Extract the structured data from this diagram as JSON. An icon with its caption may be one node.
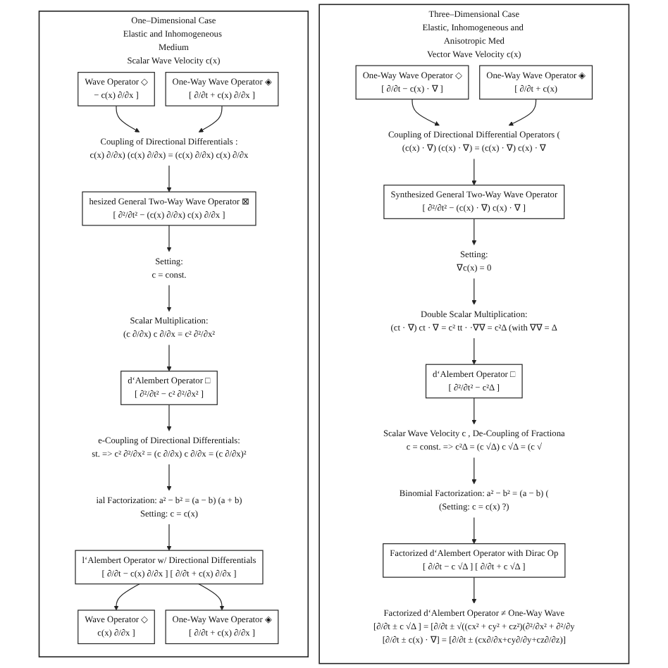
{
  "diagram": {
    "nodes": [
      {
        "text": [
          "One–Dimensional Case",
          "Elastic and Inhomogeneous Medium",
          "Scalar Wave Velocity c(x)"
        ]
      },
      {
        "text": [
          "Wave Operator ◇",
          "− c(x) ∂/∂x ]"
        ],
        "in": 0
      },
      {
        "text": [
          "One-Way Wave Operator ◈",
          "[ ∂/∂t + c(x) ∂/∂x ]"
        ],
        "in": 0
      },
      {
        "text": [
          "Coupling of Directional Differentials :",
          "c(x) ∂/∂x) (c(x) ∂/∂x) = (c(x) ∂/∂x) c(x) ∂/∂x"
        ],
        "in": 0
      },
      {
        "text": [
          "hesized General Two-Way Wave Operator ⊠",
          "[ ∂²/∂t² − (c(x) ∂/∂x) c(x) ∂/∂x ]"
        ],
        "in": 0
      },
      {
        "text": [
          "Setting:",
          "c = const."
        ],
        "in": 0
      },
      {
        "text": [
          "Scalar Multiplication:",
          "(c ∂/∂x) c ∂/∂x = c² ∂²/∂x²"
        ],
        "in": 0
      },
      {
        "text": [
          "d‘Alembert Operator □",
          "[ ∂²/∂t² − c² ∂²/∂x² ]"
        ],
        "in": 0
      },
      {
        "text": [
          "e-Coupling of Directional Differentials:",
          "st. => c² ∂²/∂x² = (c ∂/∂x) c ∂/∂x = (c ∂/∂x)²"
        ],
        "in": 0
      },
      {
        "text": [
          "ial Factorization: a² − b² = (a − b) (a + b)",
          "Setting: c = c(x)"
        ],
        "in": 0
      },
      {
        "text": [
          "l‘Alembert Operator w/ Directional Differentials",
          "[ ∂/∂t − c(x) ∂/∂x ] [ ∂/∂t + c(x) ∂/∂x ]"
        ],
        "in": 0
      },
      {
        "text": [
          "Wave Operator ◇",
          "c(x) ∂/∂x ]"
        ],
        "in": 0
      },
      {
        "text": [
          "One-Way Wave Operator ◈",
          "[ ∂/∂t + c(x) ∂/∂x ]"
        ],
        "in": 0
      },
      {
        "text": [
          "Three–Dimensional Case",
          "Elastic, Inhomogeneous and Anisotropic Med",
          "Vector Wave Velocity c(x)"
        ]
      },
      {
        "text": [
          "One-Way Wave Operator ◇",
          "[ ∂/∂t − c(x) · ∇ ]"
        ],
        "in": 13
      },
      {
        "text": [
          "One-Way Wave Operator ◈",
          "[ ∂/∂t + c(x)"
        ],
        "in": 13
      },
      {
        "text": [
          "Coupling of Directional Differential Operators (",
          "(c(x) · ∇) (c(x) · ∇) = (c(x) · ∇) c(x) · ∇"
        ],
        "in": 13
      },
      {
        "text": [
          "Synthesized General Two-Way Wave Operator",
          "[ ∂²/∂t² − (c(x) · ∇) c(x) · ∇ ]"
        ],
        "in": 13
      },
      {
        "text": [
          "Setting:",
          "∇c(x) = 0"
        ],
        "in": 13
      },
      {
        "text": [
          "Double Scalar Multiplication:",
          "(ct · ∇) ct · ∇ = c² tt · ·∇∇ = c²Δ (with ∇∇ = Δ"
        ],
        "in": 13
      },
      {
        "text": [
          "d‘Alembert Operator □",
          "[ ∂²/∂t² − c²Δ ]"
        ],
        "in": 13
      },
      {
        "text": [
          "Scalar Wave Velocity c , De-Coupling of Fractiona",
          "c = const. => c²Δ = (c √Δ) c √Δ = (c √"
        ],
        "in": 13
      },
      {
        "text": [
          "Binomial Factorization: a² − b² = (a − b) (",
          "(Setting: c = c(x) ?)"
        ],
        "in": 13
      },
      {
        "text": [
          "Factorized d‘Alembert Operator with Dirac Op",
          "[ ∂/∂t − c √Δ ] [ ∂/∂t + c √Δ ]"
        ],
        "in": 13
      },
      {
        "text": [
          "Factorized d‘Alembert Operator ≠ One-Way Wave",
          "[∂/∂t ± c √Δ ] = [∂/∂t ± √((cx² + cy² + cz²)(∂²/∂x² + ∂²/∂y",
          "[∂/∂t ± c(x) · ∇] = [∂/∂t ± (cx∂/∂x+cy∂/∂y+cz∂/∂z)]"
        ],
        "in": 13
      }
    ],
    "edges": [
      {
        "from": 1,
        "to": 3,
        "arrow": "to"
      },
      {
        "from": 2,
        "to": 3,
        "arrow": "to"
      },
      {
        "from": 3,
        "to": 4,
        "arrow": "to"
      },
      {
        "from": 4,
        "to": 5,
        "arrow": "to"
      },
      {
        "from": 5,
        "to": 6,
        "arrow": "to"
      },
      {
        "from": 6,
        "to": 7,
        "arrow": "to"
      },
      {
        "from": 7,
        "to": 8,
        "arrow": "to"
      },
      {
        "from": 8,
        "to": 9,
        "arrow": "to"
      },
      {
        "from": 9,
        "to": 10,
        "arrow": "to"
      },
      {
        "from": 10,
        "to": 11,
        "arrow": "to"
      },
      {
        "from": 10,
        "to": 12,
        "arrow": "to"
      },
      {
        "from": 14,
        "to": 16,
        "arrow": "to"
      },
      {
        "from": 15,
        "to": 16,
        "arrow": "to"
      },
      {
        "from": 16,
        "to": 17,
        "arrow": "to"
      },
      {
        "from": 17,
        "to": 18,
        "arrow": "to"
      },
      {
        "from": 18,
        "to": 19,
        "arrow": "to"
      },
      {
        "from": 19,
        "to": 20,
        "arrow": "to"
      },
      {
        "from": 20,
        "to": 21,
        "arrow": "to"
      },
      {
        "from": 21,
        "to": 22,
        "arrow": "to"
      },
      {
        "from": 22,
        "to": 23,
        "arrow": "to"
      },
      {
        "from": 23,
        "to": 24,
        "arrow": "to"
      }
    ]
  }
}
